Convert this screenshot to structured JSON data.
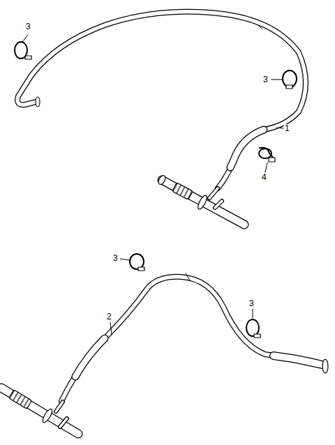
{
  "diagram": {
    "labels": [
      "3",
      "3",
      "1",
      "4",
      "3",
      "2",
      "3"
    ]
  }
}
